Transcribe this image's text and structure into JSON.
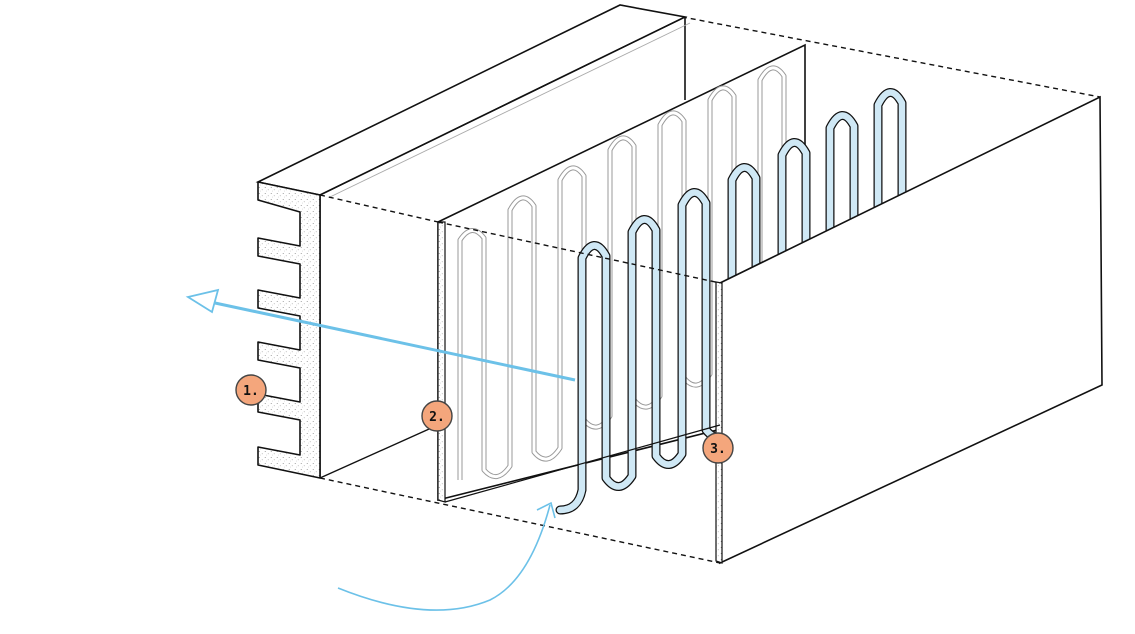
{
  "colors": {
    "outline": "#111111",
    "faint_outline": "#9a9a9a",
    "coil": "#cfe8f5",
    "flow_arrow": "#6cc1e8",
    "callout_fill": "#f4a67c",
    "callout_stroke": "#444444",
    "panel_fill": "#ffffff",
    "speckle": "#777777"
  },
  "callouts": [
    {
      "id": "1",
      "label": "1."
    },
    {
      "id": "2",
      "label": "2."
    },
    {
      "id": "3",
      "label": "3."
    }
  ],
  "icons": {
    "airflow_out": "arrow-left-icon",
    "airflow_in": "curved-arrow-icon"
  }
}
